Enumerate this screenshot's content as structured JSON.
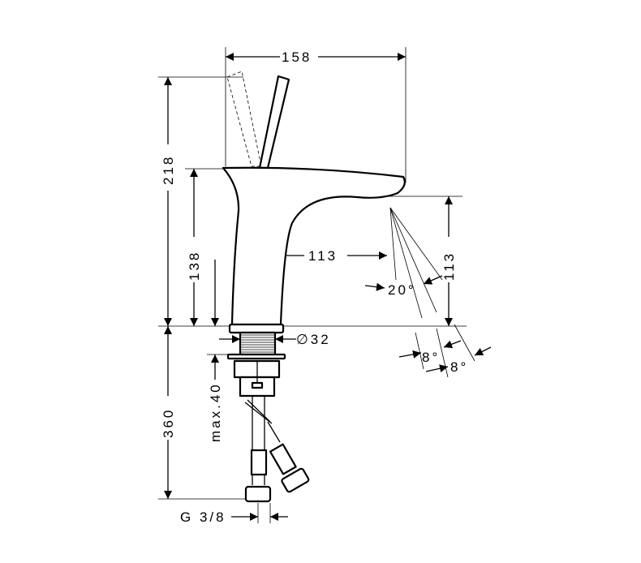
{
  "title": "Basin mixer dimension drawing",
  "dimensions": {
    "width_total": "158",
    "height_total": "218",
    "spout_height": "138",
    "spout_reach": "113",
    "spout_clearance": "113",
    "spray_angle": "20°",
    "angle_a": "8°",
    "angle_b": "8°",
    "shank_diameter": "∅32",
    "below_counter": "360",
    "max_thickness": "max.40",
    "connection": "G 3/8"
  },
  "colors": {
    "line": "#000000",
    "background": "#ffffff"
  }
}
